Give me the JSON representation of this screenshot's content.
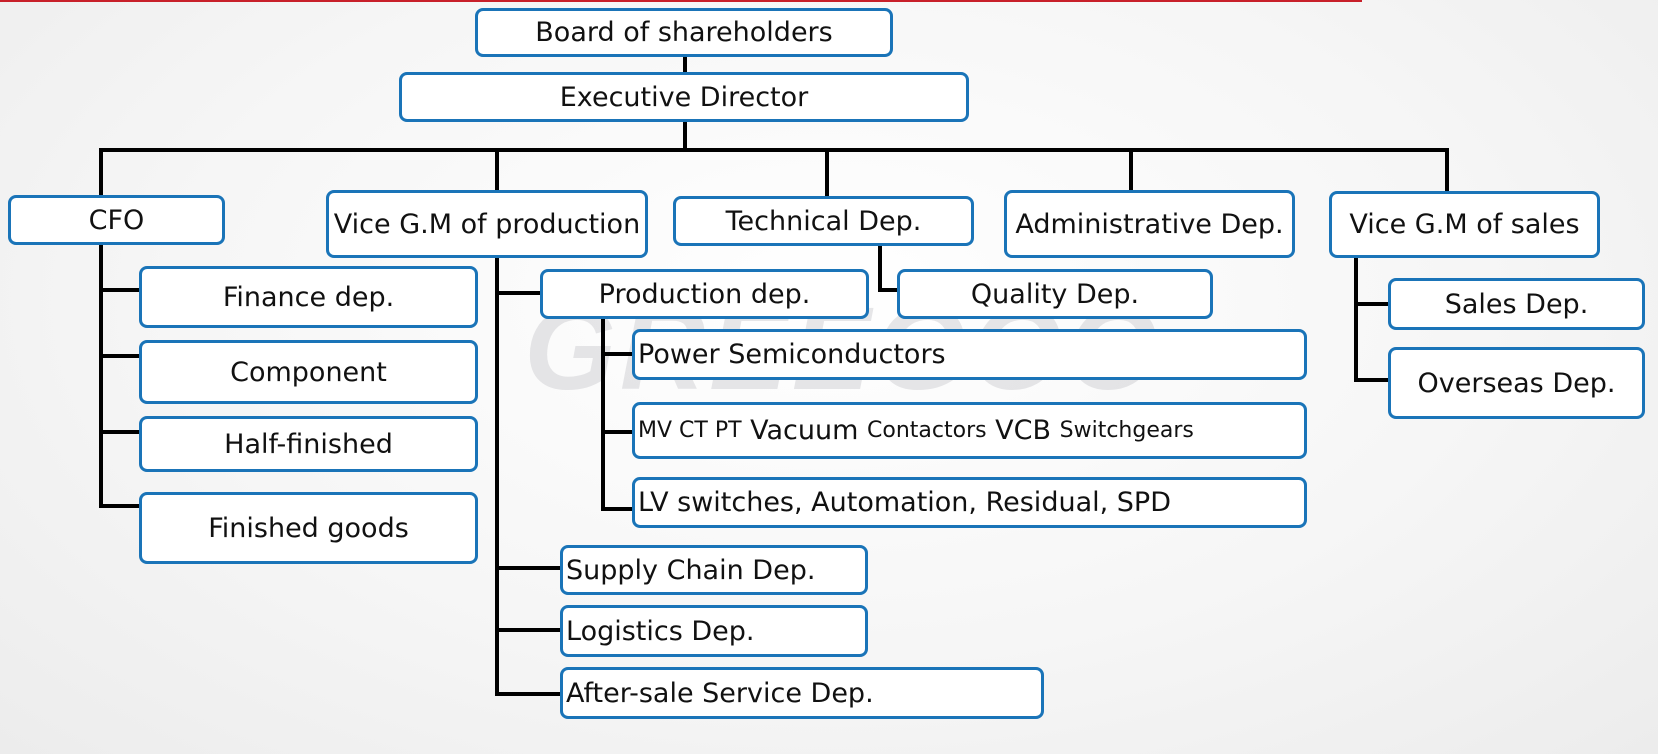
{
  "watermark": "GREEGOO",
  "colors": {
    "box_border": "#1a74b8",
    "connector": "#000000",
    "top_rule": "#c8202a"
  },
  "nodes": {
    "board": "Board of shareholders",
    "executive": "Executive Director",
    "cfo": "CFO",
    "vice_production": "Vice G.M of production",
    "technical": "Technical Dep.",
    "administrative": "Administrative Dep.",
    "vice_sales": "Vice G.M of sales",
    "finance": "Finance dep.",
    "component": "Component",
    "half_finished": "Half-finished",
    "finished_goods": "Finished goods",
    "production": "Production dep.",
    "quality": "Quality Dep.",
    "power_semiconductors": "Power Semiconductors",
    "mv_line": {
      "part1": "MV CT PT",
      "part2": "Vacuum",
      "part3": "Contactors",
      "part4": "VCB",
      "part5": "Switchgears"
    },
    "lv_switches": "LV switches, Automation, Residual, SPD",
    "supply_chain": "Supply Chain Dep.",
    "logistics": "Logistics Dep.",
    "after_sale": "After-sale Service Dep.",
    "sales": "Sales Dep.",
    "overseas": "Overseas Dep."
  }
}
